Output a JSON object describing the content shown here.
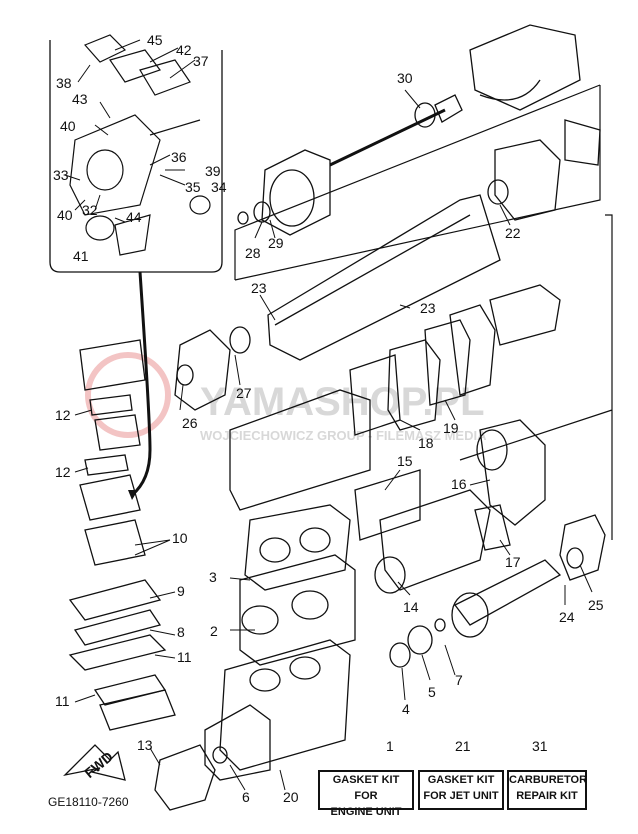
{
  "watermark": {
    "main": "YAMASHOP.PL",
    "sub": "WOJCIECHOWICZ GROUP - FILEMASZ MEDIA"
  },
  "callouts": [
    "45",
    "42",
    "37",
    "38",
    "43",
    "40",
    "36",
    "39",
    "33",
    "35",
    "34",
    "32",
    "44",
    "40",
    "41",
    "30",
    "28",
    "29",
    "22",
    "23",
    "23",
    "27",
    "26",
    "12",
    "12",
    "18",
    "19",
    "10",
    "15",
    "16",
    "3",
    "9",
    "8",
    "11",
    "11",
    "2",
    "14",
    "17",
    "25",
    "24",
    "7",
    "5",
    "4",
    "13",
    "6",
    "20"
  ],
  "kits": [
    {
      "number": "1",
      "lines": [
        "GASKET KIT FOR",
        "ENGINE UNIT"
      ]
    },
    {
      "number": "21",
      "lines": [
        "GASKET KIT",
        "FOR JET UNIT"
      ]
    },
    {
      "number": "31",
      "lines": [
        "CARBURETOR",
        "REPAIR KIT"
      ]
    }
  ],
  "direction_label": "FWD",
  "drawing_code": "GE18110-7260"
}
